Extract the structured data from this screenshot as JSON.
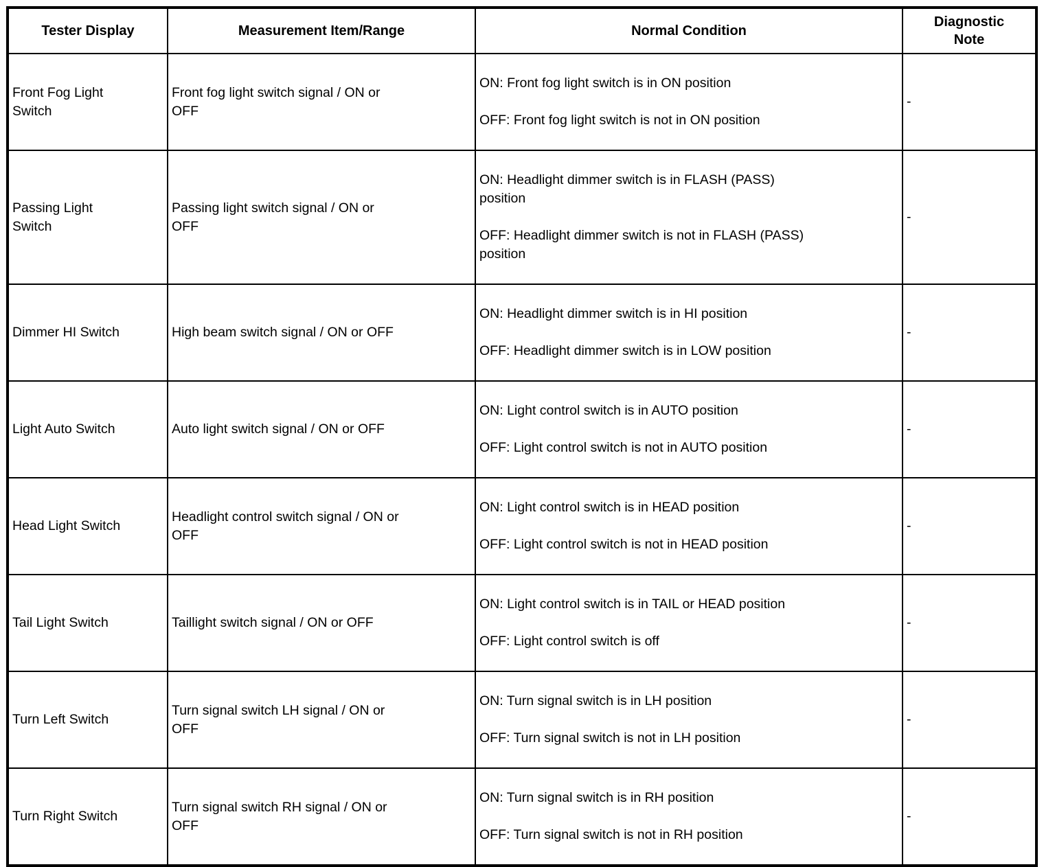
{
  "table": {
    "headers": {
      "tester_display": "Tester Display",
      "measurement": "Measurement Item/Range",
      "normal_condition": "Normal Condition",
      "diagnostic_note": "Diagnostic\nNote"
    },
    "rows": [
      {
        "tester_display": "Front Fog Light\nSwitch",
        "measurement": "Front fog light switch signal / ON or\nOFF",
        "condition_on": "ON: Front fog light switch is in ON position",
        "condition_off": "OFF: Front fog light switch is not in ON position",
        "note": "-"
      },
      {
        "tester_display": "Passing Light\nSwitch",
        "measurement": "Passing light switch signal / ON or\nOFF",
        "condition_on": "ON: Headlight dimmer switch is in FLASH (PASS)\nposition",
        "condition_off": "OFF: Headlight dimmer switch is not in FLASH (PASS)\nposition",
        "note": "-"
      },
      {
        "tester_display": "Dimmer HI Switch",
        "measurement": "High beam switch signal / ON or OFF",
        "condition_on": "ON: Headlight dimmer switch is in HI position",
        "condition_off": "OFF: Headlight dimmer switch is in LOW position",
        "note": "-"
      },
      {
        "tester_display": "Light Auto Switch",
        "measurement": "Auto light switch signal / ON or OFF",
        "condition_on": "ON: Light control switch is in AUTO position",
        "condition_off": "OFF: Light control switch is not in AUTO position",
        "note": "-"
      },
      {
        "tester_display": "Head Light Switch",
        "measurement": "Headlight control switch signal / ON or\nOFF",
        "condition_on": "ON: Light control switch is in HEAD position",
        "condition_off": "OFF: Light control switch is not in HEAD position",
        "note": "-"
      },
      {
        "tester_display": "Tail Light Switch",
        "measurement": "Taillight switch signal / ON or OFF",
        "condition_on": "ON: Light control switch is in TAIL or HEAD position",
        "condition_off": "OFF: Light control switch is off",
        "note": "-"
      },
      {
        "tester_display": "Turn Left Switch",
        "measurement": "Turn signal switch LH signal / ON or\nOFF",
        "condition_on": "ON: Turn signal switch is in LH position",
        "condition_off": "OFF: Turn signal switch is not in LH position",
        "note": "-"
      },
      {
        "tester_display": "Turn Right Switch",
        "measurement": "Turn signal switch RH signal / ON or\nOFF",
        "condition_on": "ON: Turn signal switch is in RH position",
        "condition_off": "OFF: Turn signal switch is not in RH position",
        "note": "-"
      }
    ]
  }
}
